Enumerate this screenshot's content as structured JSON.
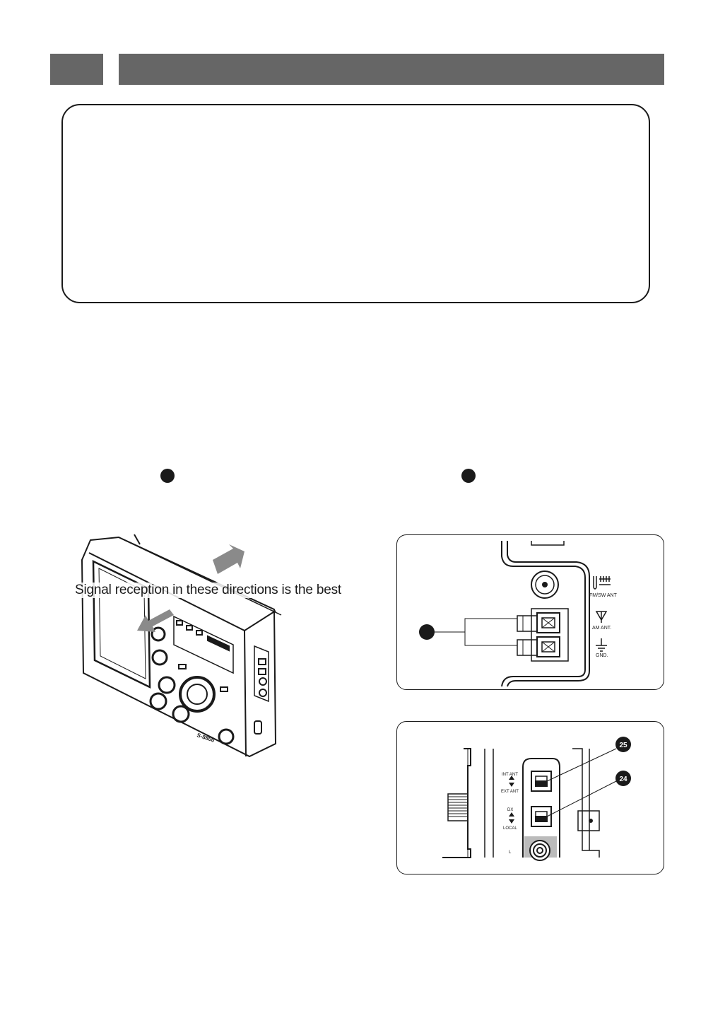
{
  "callout": {
    "text": "Signal reception in these directions is the best"
  },
  "radio": {
    "model_label": "S-8800"
  },
  "antenna_panel": {
    "fm_sw_label": "FM/SW ANT",
    "am_label": "AM ANT.",
    "gnd_label": "GND."
  },
  "switch_panel": {
    "int_ant_label": "INT ANT",
    "ext_ant_label": "EXT ANT",
    "dx_label": "DX",
    "local_label": "LOCAL",
    "l_label": "L",
    "callout_25": "25",
    "callout_24": "24"
  },
  "colors": {
    "header_bar": "#666666",
    "arrow": "#8a8a8a",
    "ink": "#1a1a1a"
  }
}
